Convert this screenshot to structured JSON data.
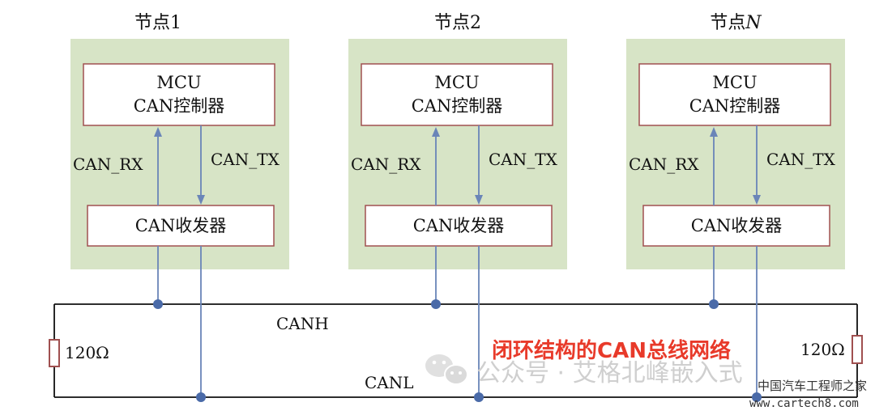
{
  "colors": {
    "node_bg": "#d7e4c6",
    "box_border": "#a05050",
    "signal_line": "#6a85b8",
    "junction": "#4a6aa8",
    "bus_line": "#111111",
    "resistor": "#a05050",
    "highlight_title": "#e83a2a"
  },
  "nodes": [
    {
      "title": "节点1",
      "mcu_line1": "MCU",
      "mcu_line2": "CAN控制器",
      "rx_label": "CAN_RX",
      "tx_label": "CAN_TX",
      "transceiver": "CAN收发器"
    },
    {
      "title": "节点2",
      "mcu_line1": "MCU",
      "mcu_line2": "CAN控制器",
      "rx_label": "CAN_RX",
      "tx_label": "CAN_TX",
      "transceiver": "CAN收发器"
    },
    {
      "title_prefix": "节点",
      "title_italic": "N",
      "mcu_line1": "MCU",
      "mcu_line2": "CAN控制器",
      "rx_label": "CAN_RX",
      "tx_label": "CAN_TX",
      "transceiver": "CAN收发器"
    }
  ],
  "bus": {
    "high_label": "CANH",
    "low_label": "CANL"
  },
  "resistors": {
    "left": "120Ω",
    "right": "120Ω"
  },
  "overlay": {
    "title": "闭环结构的CAN总线网络",
    "watermark": "公众号 · 艾格北峰嵌入式",
    "watermark_icon": "wechat-icon",
    "corner_cn": "中国汽车工程师之家",
    "corner_url": "www.cartech8.com"
  }
}
